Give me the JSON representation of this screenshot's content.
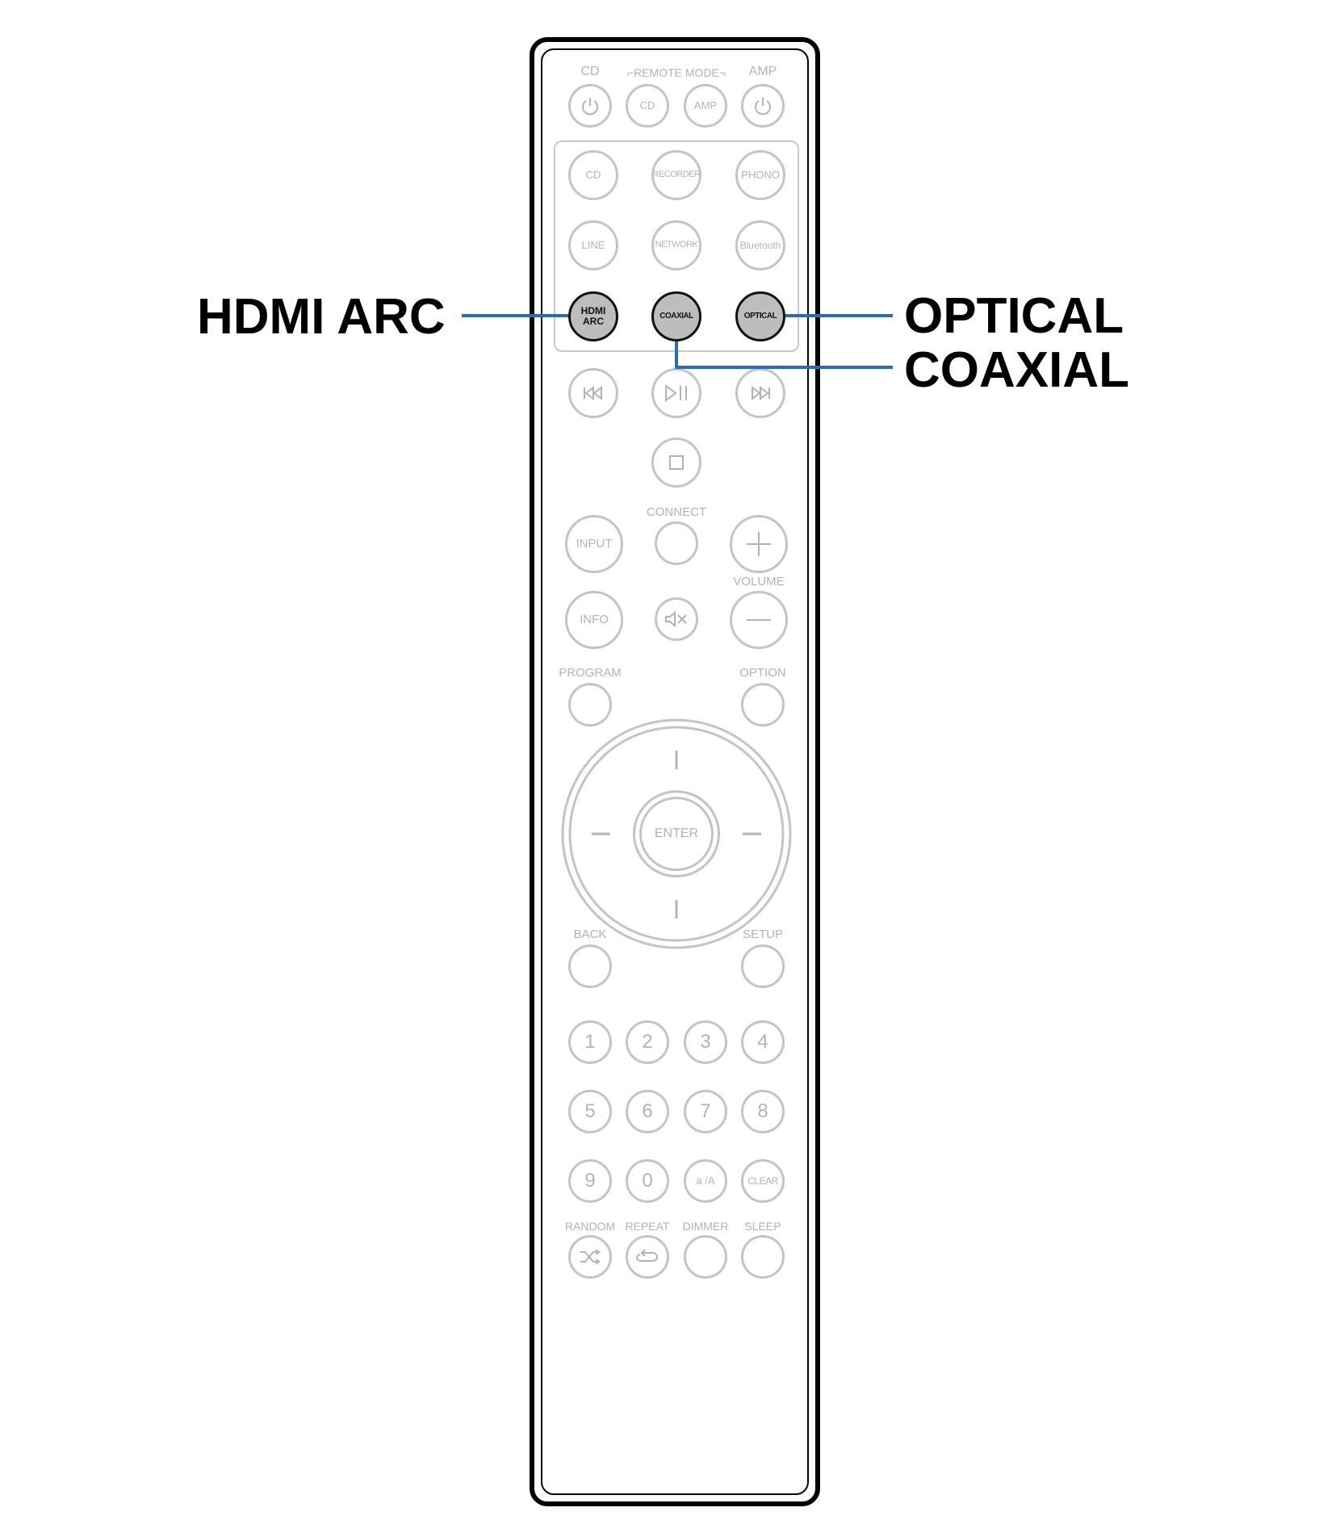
{
  "callouts": {
    "hdmi_arc": "HDMI ARC",
    "optical": "OPTICAL",
    "coaxial": "COAXIAL"
  },
  "colors": {
    "callout_line": "#2b6cb0",
    "highlight_fill": "#bdbdbd",
    "button_outline": "#c4c4c4"
  },
  "remote": {
    "top_labels": {
      "cd": "CD",
      "remote_mode": "REMOTE MODE",
      "amp": "AMP"
    },
    "mode_buttons": {
      "cd": "CD",
      "amp": "AMP"
    },
    "sources": {
      "cd": "CD",
      "recorder": "RECORDER",
      "phono": "PHONO",
      "line": "LINE",
      "network": "NETWORK",
      "bluetooth": "Bluetooth",
      "hdmi_arc": "HDMI ARC",
      "coaxial": "COAXIAL",
      "optical": "OPTICAL"
    },
    "labels": {
      "connect": "CONNECT",
      "volume": "VOLUME",
      "program": "PROGRAM",
      "option": "OPTION",
      "back": "BACK",
      "setup": "SETUP",
      "random": "RANDOM",
      "repeat": "REPEAT",
      "dimmer": "DIMMER",
      "sleep": "SLEEP"
    },
    "buttons": {
      "input": "INPUT",
      "info": "INFO",
      "enter": "ENTER",
      "clear": "CLEAR",
      "case": "a /A"
    },
    "numbers": [
      "1",
      "2",
      "3",
      "4",
      "5",
      "6",
      "7",
      "8",
      "9",
      "0"
    ]
  }
}
